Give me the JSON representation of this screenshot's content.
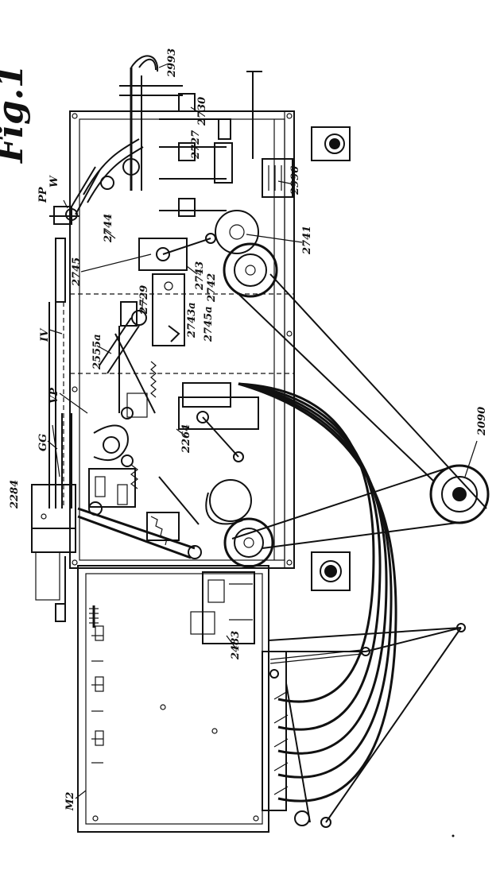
{
  "figure": {
    "title": "Fig.1",
    "labels": {
      "l2993": "2993",
      "l2730": "2730",
      "l2727": "2727",
      "l2996": "2996",
      "lPP": "PP",
      "lW": "W",
      "l2744": "2744",
      "l2741": "2741",
      "l2745": "2745",
      "l2743": "2743",
      "l2742": "2742",
      "l2729": "2729",
      "l2743a": "2743a",
      "l2745a": "2745a",
      "lIV": "IV",
      "l2555a": "2555a",
      "lVP": "VP",
      "l2264": "2264",
      "lGG": "GG",
      "l2090": "2090",
      "l2284": "2284",
      "l2483": "2483",
      "lM2": "M2"
    }
  }
}
